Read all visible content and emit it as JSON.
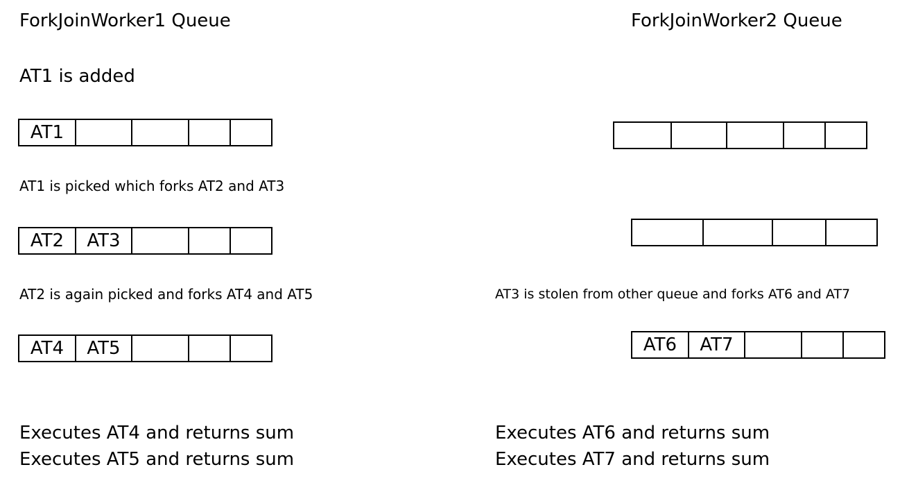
{
  "worker1": {
    "title": "ForkJoinWorker1 Queue",
    "step1": "AT1 is added",
    "step2": "AT1 is picked which forks AT2 and AT3",
    "step3": "AT2 is again picked and forks AT4 and AT5",
    "queue1": [
      "AT1",
      "",
      "",
      "",
      ""
    ],
    "queue2": [
      "AT2",
      "AT3",
      "",
      "",
      ""
    ],
    "queue3": [
      "AT4",
      "AT5",
      "",
      "",
      ""
    ],
    "exec1": "Executes AT4 and returns sum",
    "exec2": "Executes AT5 and returns sum"
  },
  "worker2": {
    "title": "ForkJoinWorker2 Queue",
    "step3": "AT3 is stolen from other queue and forks AT6 and AT7",
    "queue1": [
      "",
      "",
      "",
      "",
      ""
    ],
    "queue2": [
      "",
      "",
      "",
      ""
    ],
    "queue3": [
      "AT6",
      "AT7",
      "",
      "",
      ""
    ],
    "exec1": "Executes AT6 and returns sum",
    "exec2": "Executes AT7 and returns sum"
  }
}
